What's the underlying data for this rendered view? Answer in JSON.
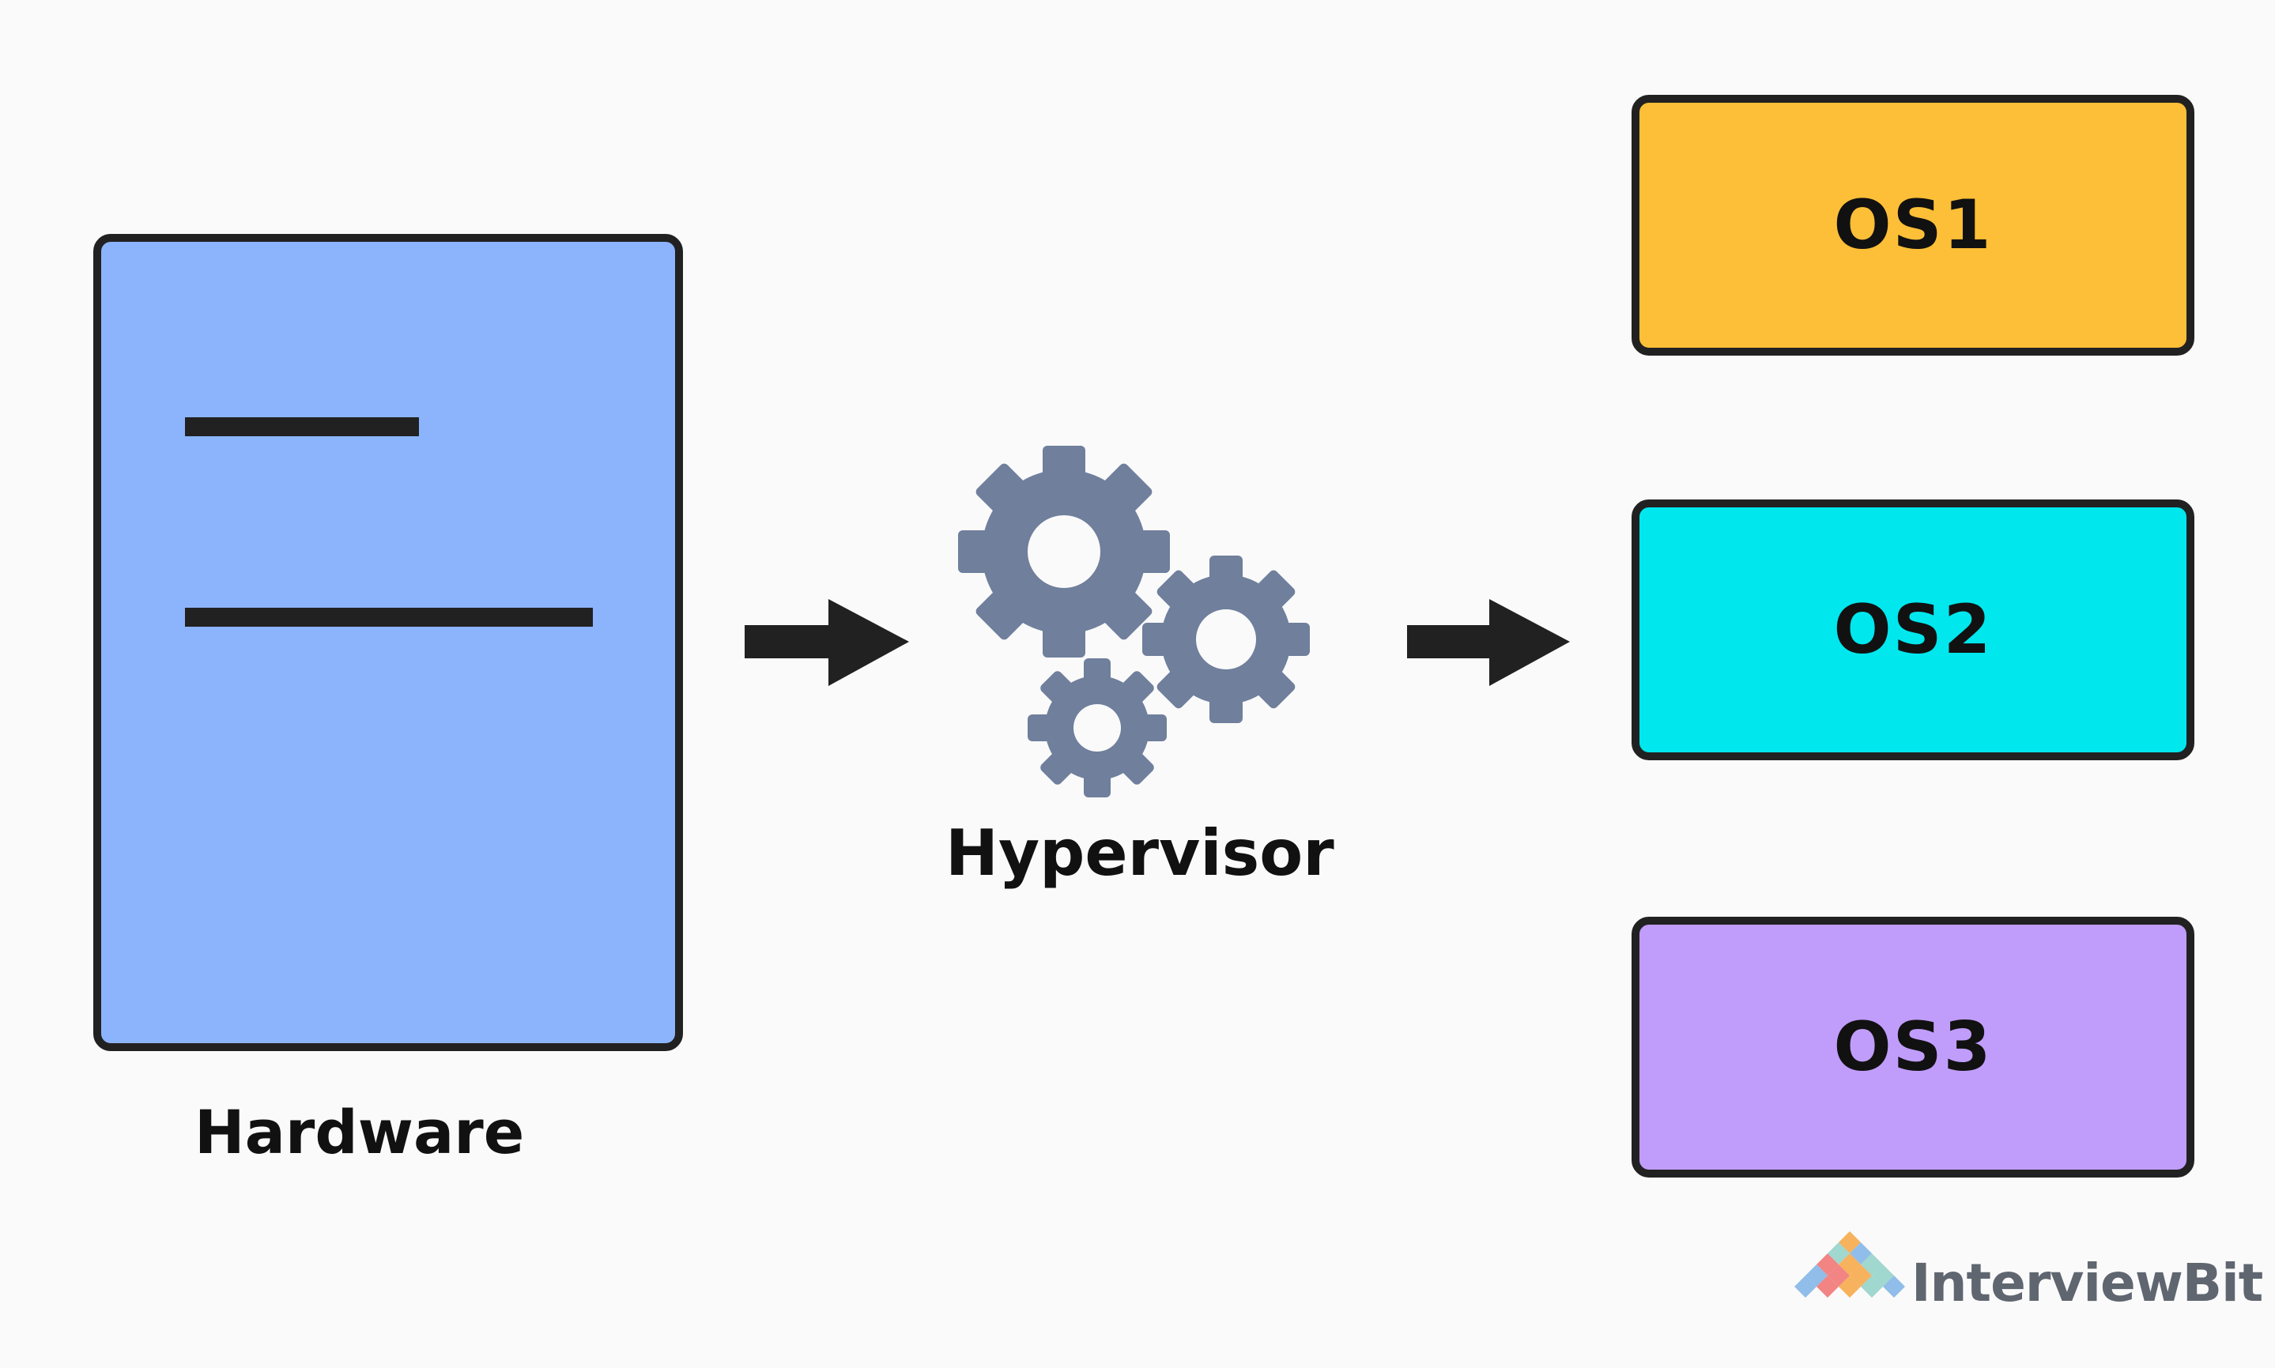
{
  "diagram": {
    "hardware": {
      "label": "Hardware",
      "fill": "#8cb4fd"
    },
    "hypervisor": {
      "label": "Hypervisor",
      "icon": "gears-icon",
      "icon_color": "#6f7f9c"
    },
    "guests": [
      {
        "label": "OS1",
        "fill": "#fdbf37"
      },
      {
        "label": "OS2",
        "fill": "#00e7ee"
      },
      {
        "label": "OS3",
        "fill": "#c09dfb"
      }
    ],
    "arrow_color": "#212121",
    "outline_color": "#212121"
  },
  "brand": {
    "name": "InterviewBit",
    "logo_icon": "interviewbit-logo-icon",
    "colors": [
      "#f4a43f",
      "#8fd0c7",
      "#7db2e5",
      "#f06f6f"
    ]
  }
}
